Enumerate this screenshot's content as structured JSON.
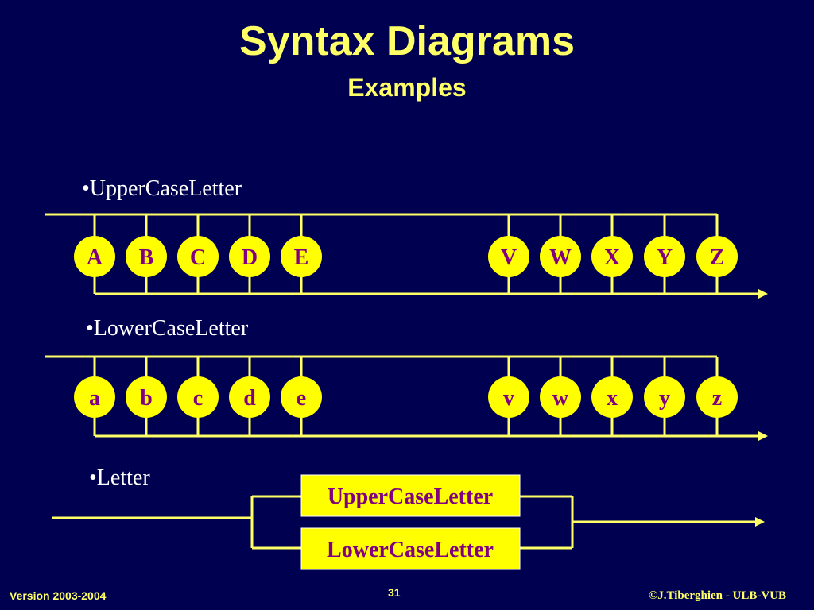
{
  "title": "Syntax Diagrams",
  "subtitle": "Examples",
  "diagrams": {
    "upper": {
      "label": "•UpperCaseLetter",
      "left_letters": [
        "A",
        "B",
        "C",
        "D",
        "E"
      ],
      "right_letters": [
        "V",
        "W",
        "X",
        "Y",
        "Z"
      ]
    },
    "lower": {
      "label": "•LowerCaseLetter",
      "left_letters": [
        "a",
        "b",
        "c",
        "d",
        "e"
      ],
      "right_letters": [
        "v",
        "w",
        "x",
        "y",
        "z"
      ]
    },
    "letter": {
      "label": "•Letter",
      "options": [
        "UpperCaseLetter",
        "LowerCaseLetter"
      ]
    }
  },
  "footer": {
    "version": "Version 2003-2004",
    "page": "31",
    "copyright": "©J.Tiberghien - ULB-VUB"
  },
  "colors": {
    "background": "#000050",
    "line": "#FFFF66",
    "node_fill": "#FFFF00",
    "node_text": "#800080",
    "title": "#FFFF66",
    "text": "#FFFFFF"
  }
}
